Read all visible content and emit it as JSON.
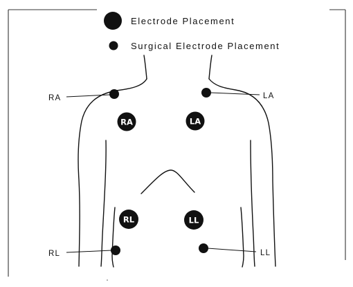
{
  "legend": {
    "electrode_label": "Electrode Placement",
    "surgical_label": "Surgical Electrode Placement"
  },
  "surgical_callouts": {
    "ra": "RA",
    "la": "LA",
    "rl": "RL",
    "ll": "LL"
  },
  "electrode_badges": {
    "ra": "RA",
    "la": "LA",
    "rl": "RL",
    "ll": "LL"
  },
  "colors": {
    "ink": "#111111",
    "badge_text": "#ffffff",
    "background": "#ffffff"
  }
}
